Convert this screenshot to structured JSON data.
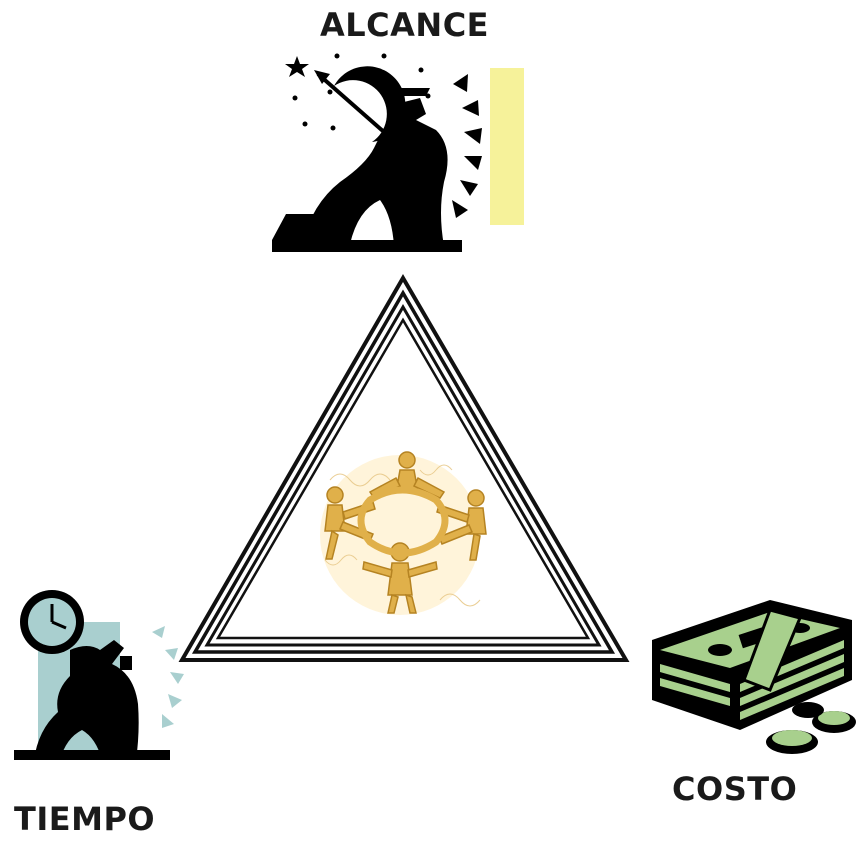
{
  "labels": {
    "scope": "ALCANCE",
    "time": "TIEMPO",
    "cost": "COSTO"
  },
  "colors": {
    "scope_bar": "#f6f29a",
    "time_panel": "#a9cfcf",
    "money_green": "#a8d08d",
    "gold": "#e0b04a"
  },
  "icons": {
    "scope": "archer-icon",
    "time": "person-carrying-clock-icon",
    "cost": "money-stack-icon",
    "center": "team-figures-icon"
  }
}
